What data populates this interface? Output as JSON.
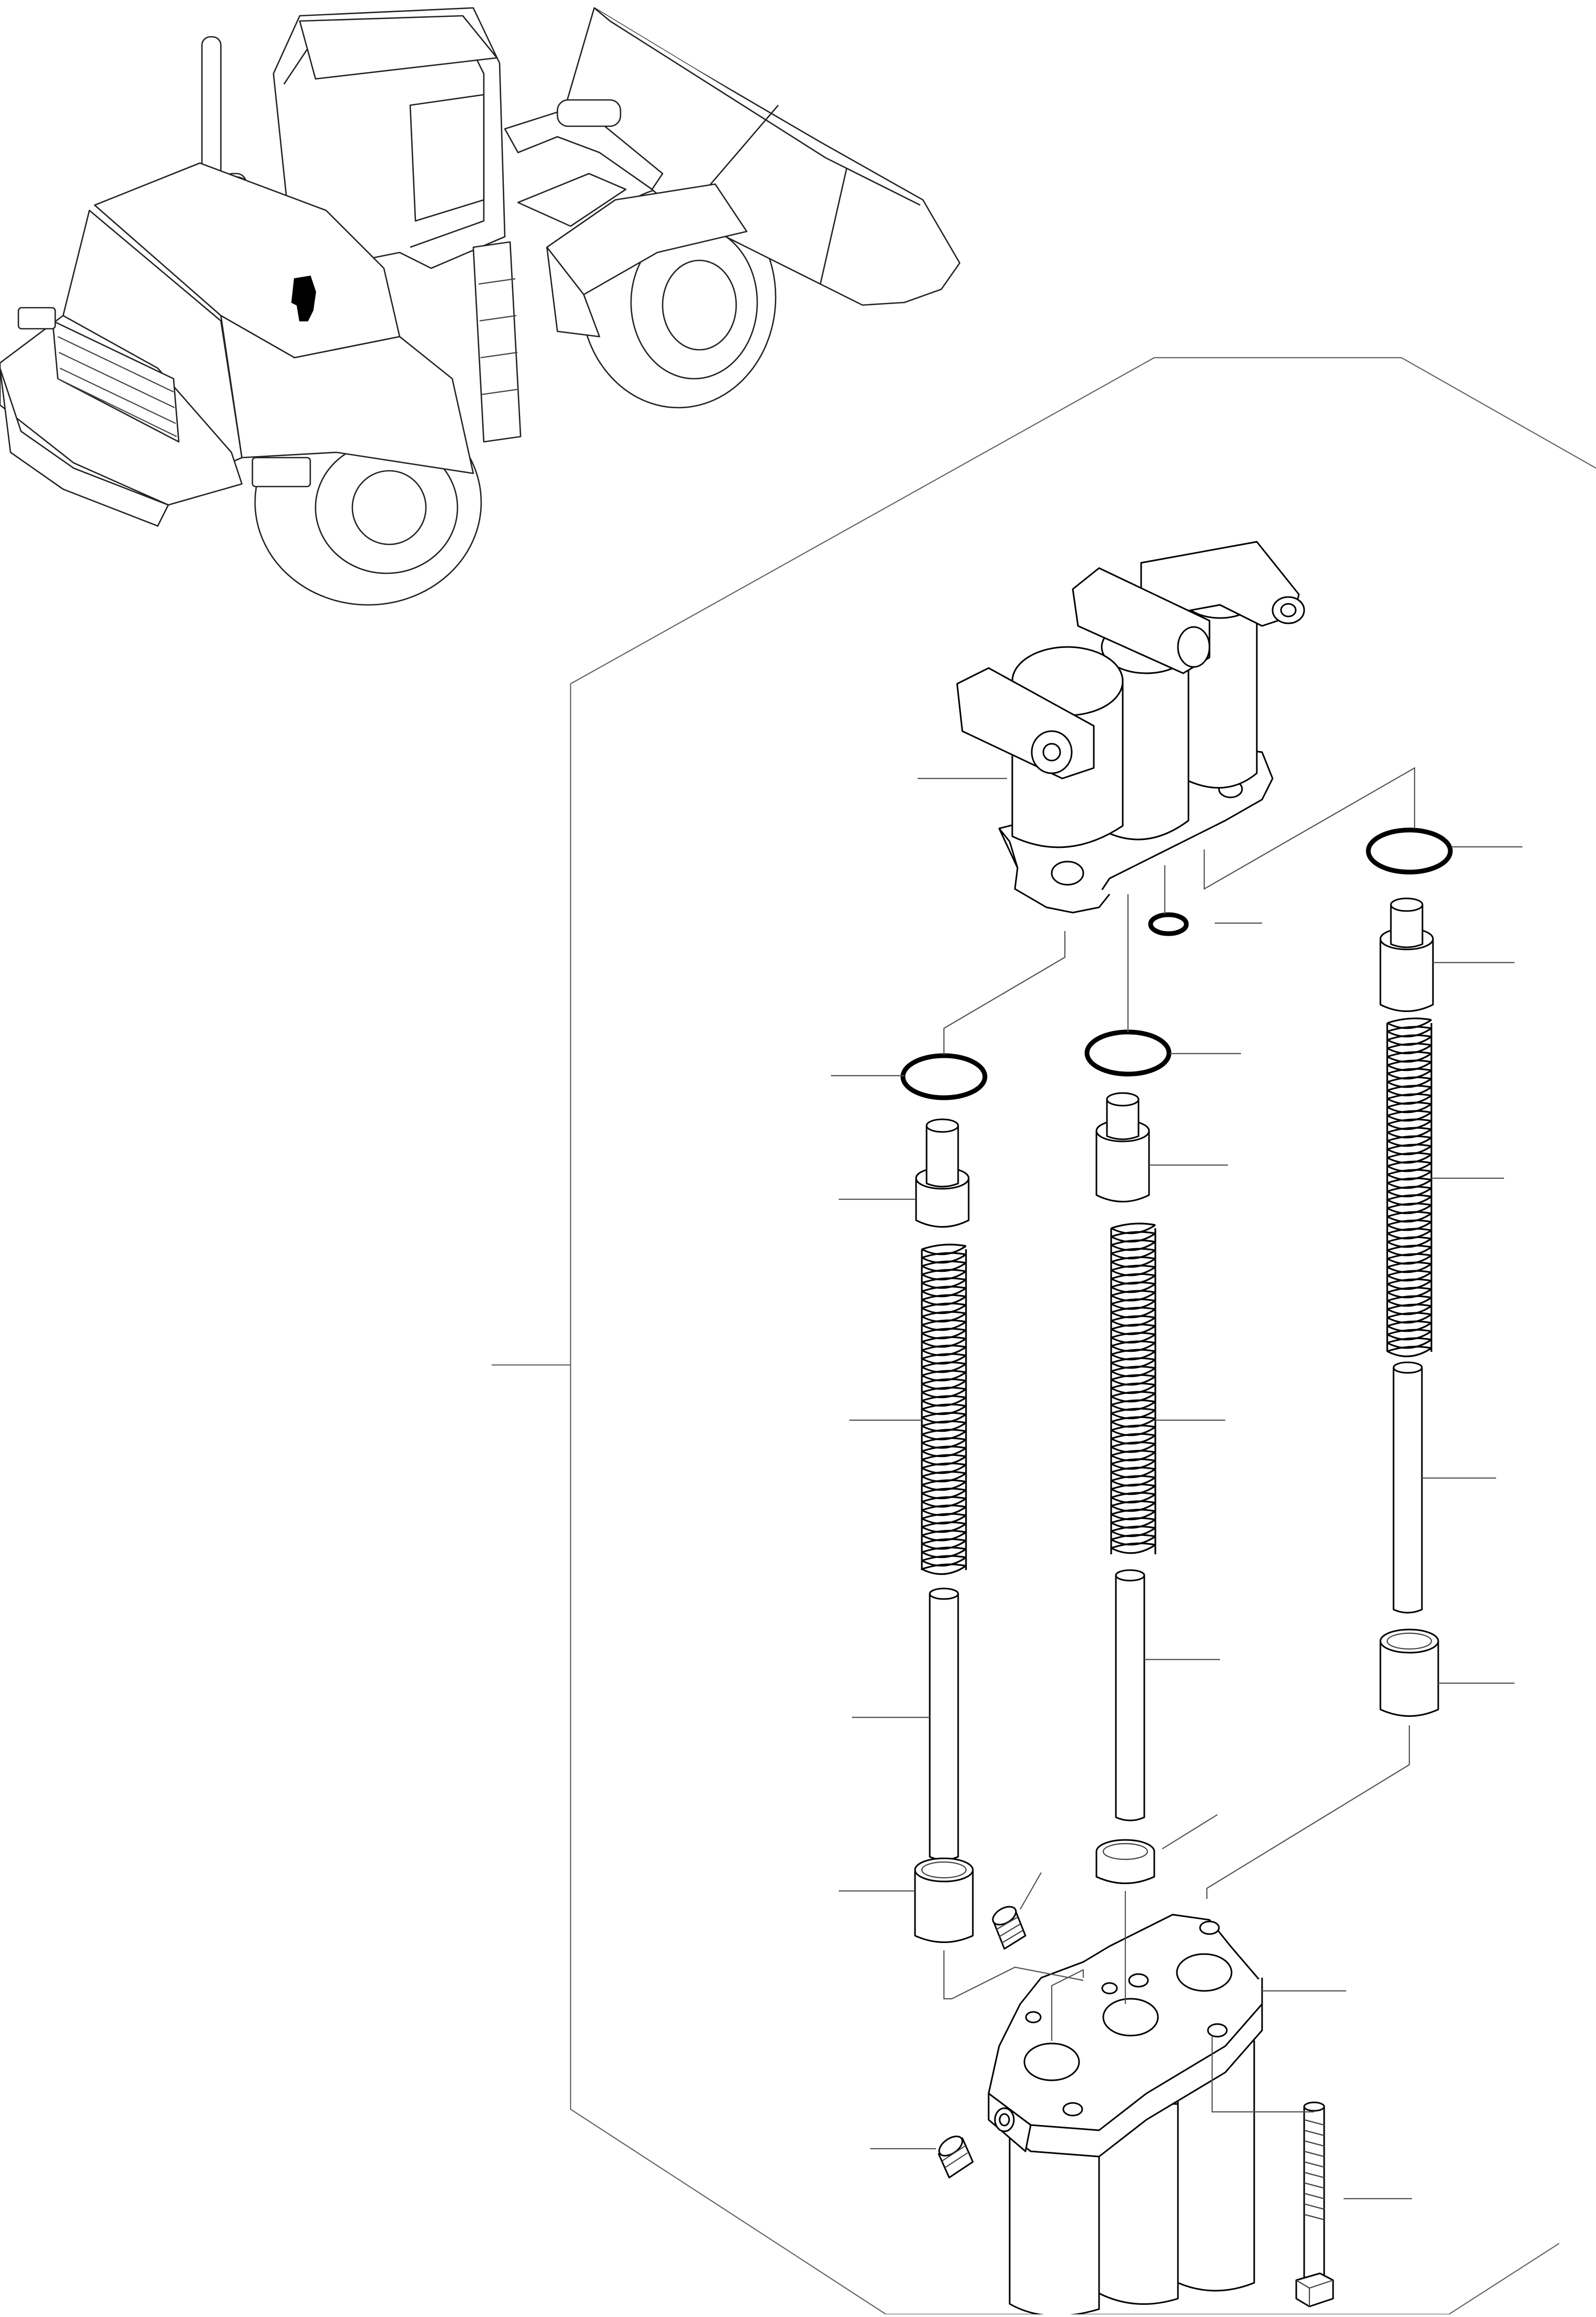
{
  "diagram": {
    "kind": "exploded parts view",
    "callout_labels": [],
    "parts": [
      {
        "id": "valve-housing",
        "icon": "valve-housing-icon"
      },
      {
        "id": "o-ring-large-left"
      },
      {
        "id": "o-ring-large-center"
      },
      {
        "id": "o-ring-large-right"
      },
      {
        "id": "o-ring-small"
      },
      {
        "id": "piston-left"
      },
      {
        "id": "piston-center"
      },
      {
        "id": "piston-right"
      },
      {
        "id": "spring-left"
      },
      {
        "id": "spring-center"
      },
      {
        "id": "spring-right"
      },
      {
        "id": "rod-left"
      },
      {
        "id": "rod-center"
      },
      {
        "id": "rod-right"
      },
      {
        "id": "sleeve-left"
      },
      {
        "id": "sleeve-center"
      },
      {
        "id": "sleeve-right"
      },
      {
        "id": "set-screw-upper"
      },
      {
        "id": "set-screw-lower"
      },
      {
        "id": "lower-body"
      },
      {
        "id": "bolt"
      }
    ]
  },
  "colors": {
    "line": "#000000",
    "leader": "#555555",
    "background": "#ffffff",
    "location_marker": "#000000"
  }
}
